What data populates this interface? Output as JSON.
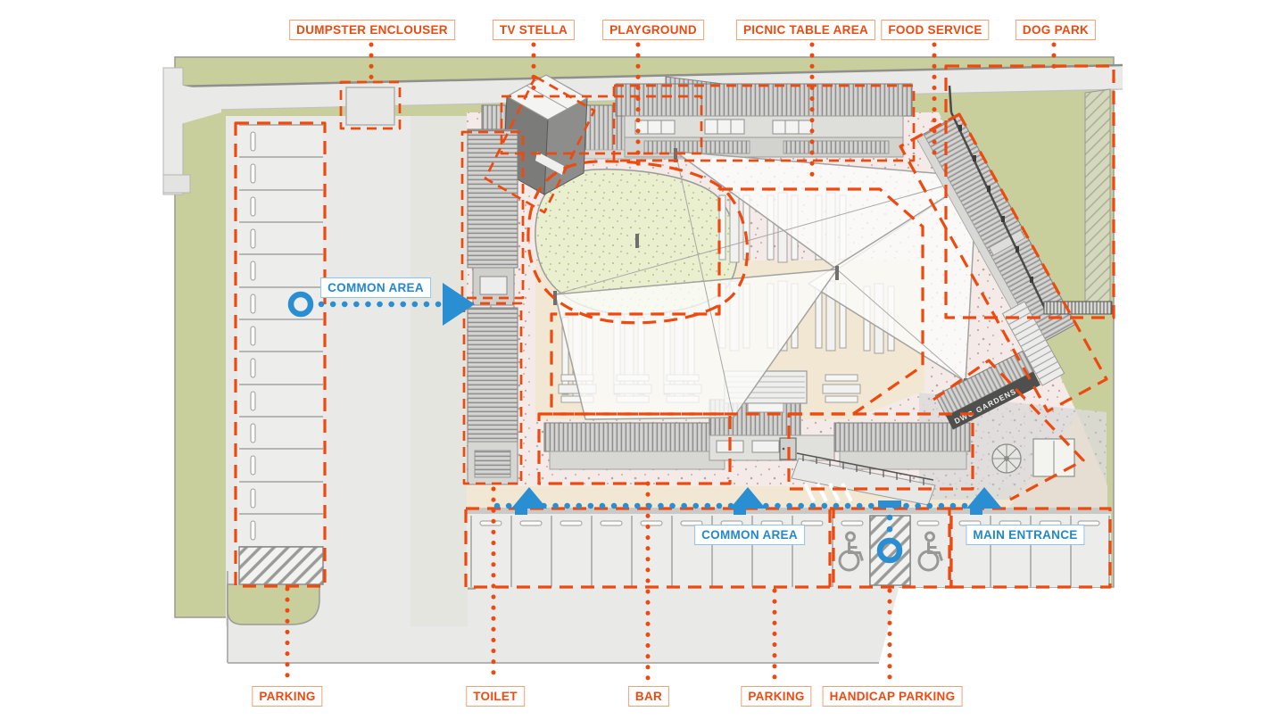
{
  "colors": {
    "accent_orange": "#ED4A10",
    "accent_blue": "#2A8ED2",
    "site_green": "#C9CF9C",
    "playground_green": "#E9EFCF",
    "plaza_pink": "#F4EBE8",
    "ground_beige": "#F1E7D2",
    "asphalt_gray": "#E9E9E7"
  },
  "callouts": {
    "top": [
      {
        "id": "dumpster-enclosure",
        "label": "DUMPSTER ENCLOUSER"
      },
      {
        "id": "tv-stella",
        "label": "TV STELLA"
      },
      {
        "id": "playground",
        "label": "PLAYGROUND"
      },
      {
        "id": "picnic-table-area",
        "label": "PICNIC TABLE AREA"
      },
      {
        "id": "food-service",
        "label": "FOOD SERVICE"
      },
      {
        "id": "dog-park",
        "label": "DOG PARK"
      }
    ],
    "bottom": [
      {
        "id": "parking-west",
        "label": "PARKING"
      },
      {
        "id": "toilet",
        "label": "TOILET"
      },
      {
        "id": "bar",
        "label": "BAR"
      },
      {
        "id": "parking-south",
        "label": "PARKING"
      },
      {
        "id": "handicap-parking",
        "label": "HANDICAP PARKING"
      }
    ],
    "blue": [
      {
        "id": "common-area-west",
        "label": "COMMON AREA"
      },
      {
        "id": "common-area-south",
        "label": "COMMON AREA"
      },
      {
        "id": "main-entrance",
        "label": "MAIN ENTRANCE"
      }
    ]
  },
  "signage": {
    "container_sign": "DWG GARDENS"
  },
  "icons": {
    "wheelchair": "wheelchair-symbol",
    "route_marker": "blue-ring",
    "route_arrow": "blue-arrow"
  }
}
